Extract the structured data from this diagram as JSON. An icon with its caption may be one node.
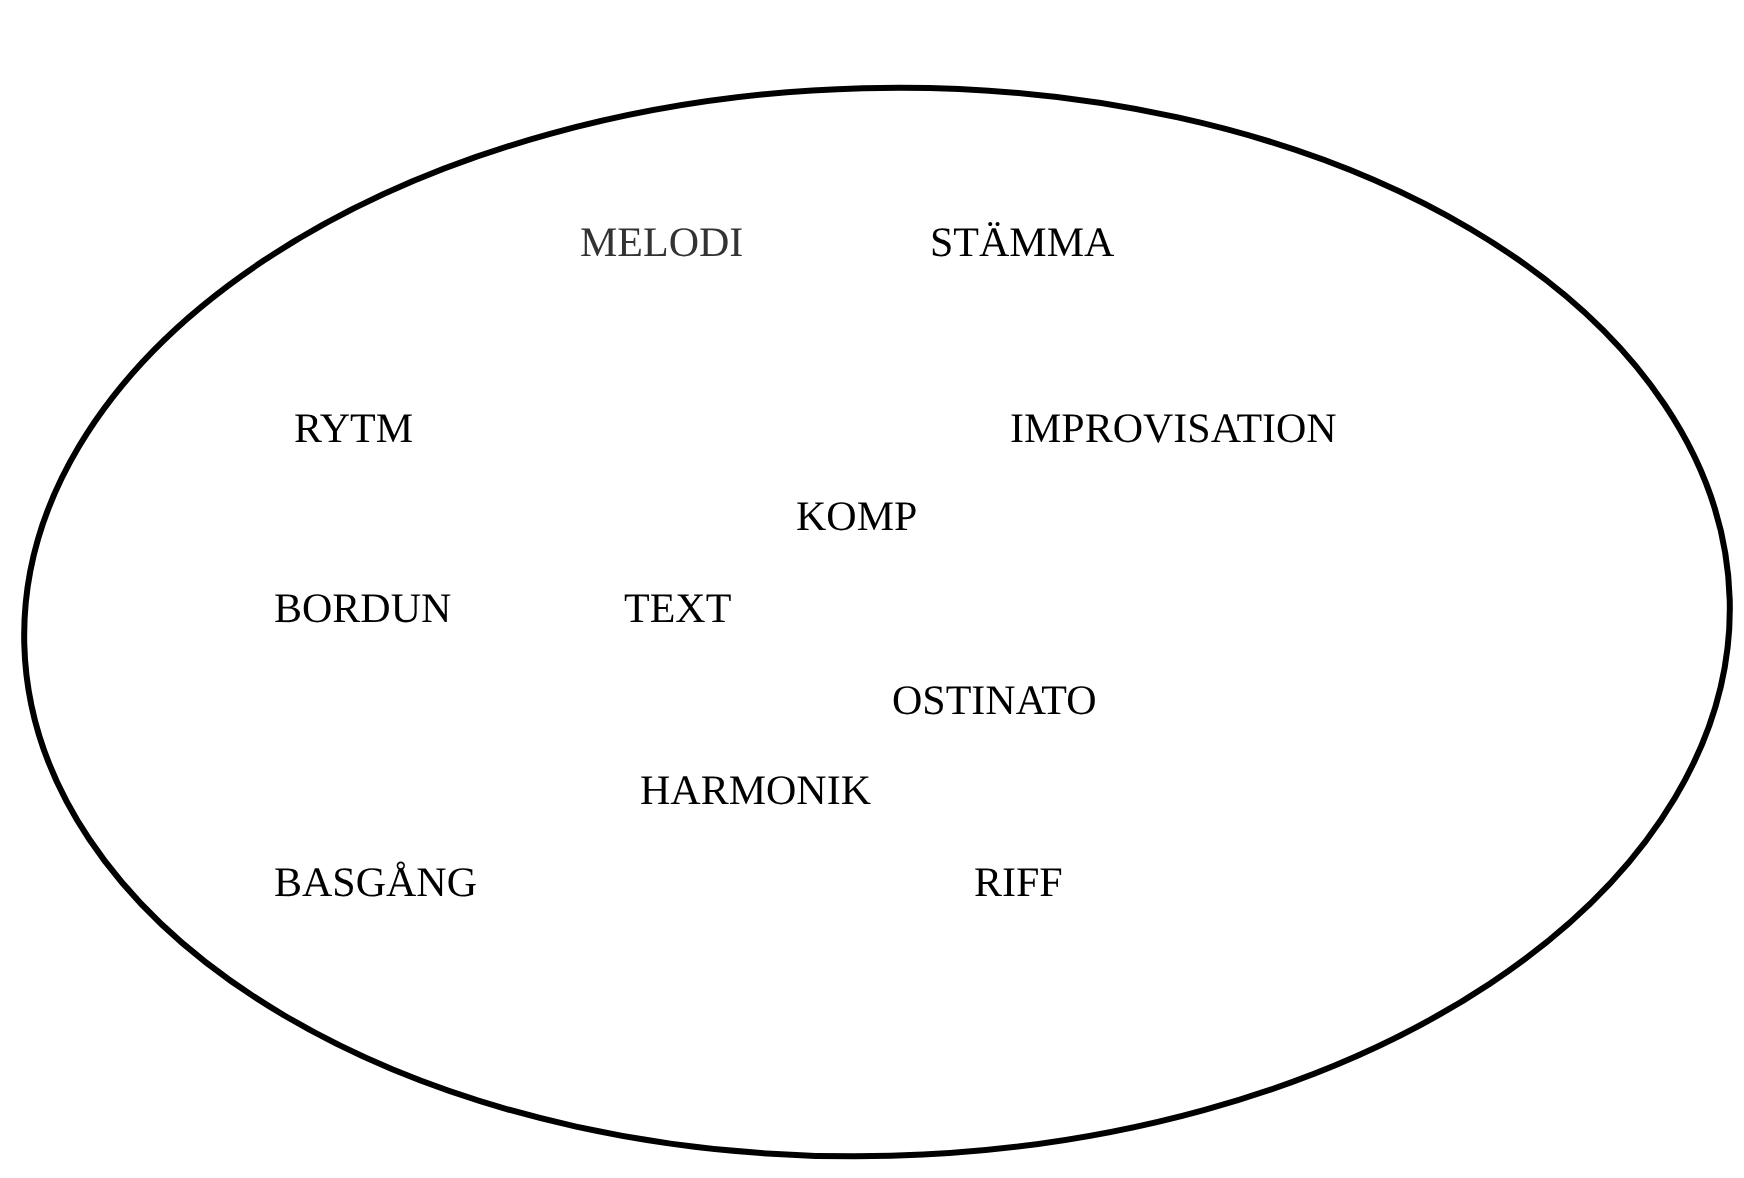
{
  "diagram": {
    "nodes": [
      {
        "text": [
          "MELODI",
          "STÄMMA",
          "RYTM",
          "IMPROVISATION",
          "KOMP",
          "BORDUN",
          "TEXT",
          "OSTINATO",
          "HARMONIK",
          "BASGÅNG",
          "RIFF"
        ]
      }
    ]
  }
}
